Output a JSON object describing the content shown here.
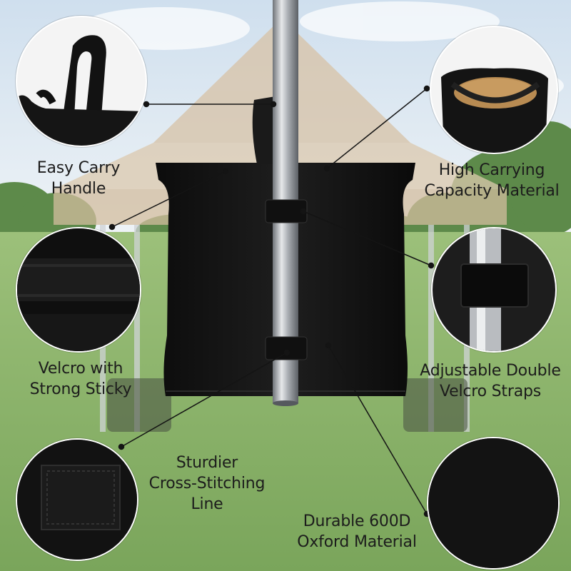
{
  "features": {
    "handle": {
      "lines": [
        "Easy Carry",
        "Handle"
      ]
    },
    "capacity": {
      "lines": [
        "High Carrying",
        "Capacity Material"
      ]
    },
    "velcro": {
      "lines": [
        "Velcro with",
        "Strong Sticky"
      ]
    },
    "straps": {
      "lines": [
        "Adjustable Double",
        "Velcro Straps"
      ]
    },
    "stitching": {
      "lines": [
        "Sturdier",
        "Cross-Stitching",
        "Line"
      ]
    },
    "material": {
      "lines": [
        "Durable 600D",
        "Oxford Material"
      ]
    }
  },
  "colors": {
    "sky": "#dfeaf3",
    "grass": "#8fb66f",
    "canopy": "#d9c6ad",
    "bag": "#141414",
    "pole": "#b9bcc0",
    "sand": "#b98a4f"
  }
}
